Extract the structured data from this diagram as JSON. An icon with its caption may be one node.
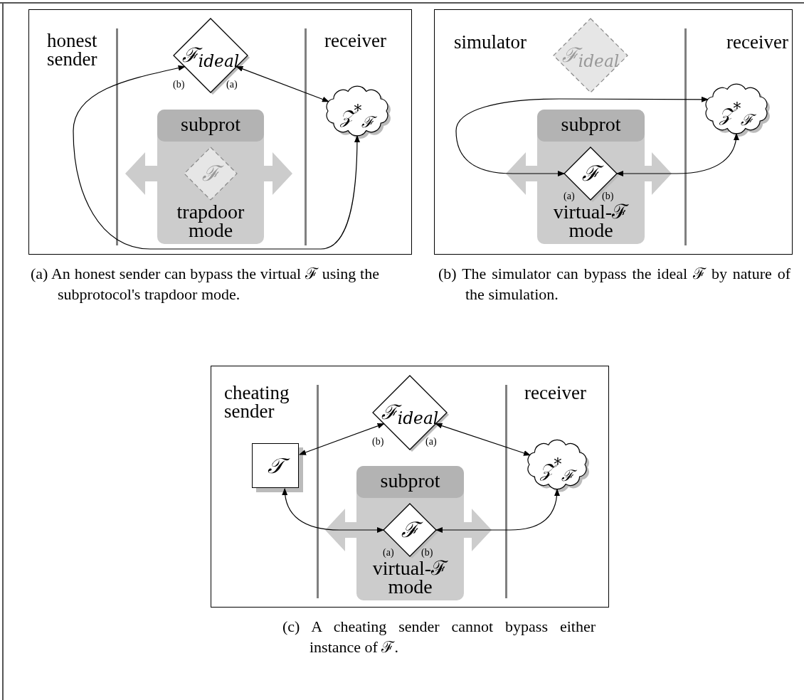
{
  "diagram": {
    "nodes": [
      {
        "text": [
          "(a) An honest sender can bypass the virtual ℱ using the subprotocol's trapdoor mode."
        ]
      },
      {
        "text": [
          "ℱ$_{ideal}$"
        ],
        "in": 0,
        "beside": [
          "(b)",
          "(a)"
        ]
      },
      {
        "text": [
          "𝒵$^{*}$$_{ℱ}$"
        ],
        "in": 0
      },
      {
        "text": [
          "subprot",
          "trapdoor mode"
        ],
        "in": 0
      },
      {
        "text": [
          "ℱ"
        ],
        "in": 3
      },
      {
        "text": [
          "(b) The simulator can bypass the ideal ℱ by nature of the simulation."
        ]
      },
      {
        "text": [
          "ℱ$_{ideal}$"
        ],
        "in": 5
      },
      {
        "text": [
          "𝒵$^{*}$$_{ℱ}$"
        ],
        "in": 5
      },
      {
        "text": [
          "subprot",
          "virtual-ℱ mode"
        ],
        "in": 5
      },
      {
        "text": [
          "ℱ"
        ],
        "in": 8,
        "beside": [
          "(a)",
          "(b)"
        ]
      },
      {
        "text": [
          "(c) A cheating sender cannot bypass either instance of ℱ."
        ]
      },
      {
        "text": [
          "ℱ$_{ideal}$"
        ],
        "in": 10,
        "beside": [
          "(b)",
          "(a)"
        ]
      },
      {
        "text": [
          "𝒯"
        ],
        "in": 10
      },
      {
        "text": [
          "𝒵$^{*}$$_{ℱ}$"
        ],
        "in": 10
      },
      {
        "text": [
          "subprot",
          "virtual-ℱ mode"
        ],
        "in": 10
      },
      {
        "text": [
          "ℱ"
        ],
        "in": 14,
        "beside": [
          "(a)",
          "(b)"
        ]
      }
    ],
    "edges": [
      {
        "from": 1,
        "to": 2,
        "arrow": "both"
      },
      {
        "from": 1,
        "to": 2,
        "arrow": "both"
      },
      {
        "from": 9,
        "to": 7,
        "arrow": "both"
      },
      {
        "from": 9,
        "to": 7,
        "arrow": "both"
      },
      {
        "from": 12,
        "to": 11,
        "arrow": "both"
      },
      {
        "from": 11,
        "to": 13,
        "arrow": "both"
      },
      {
        "from": 12,
        "to": 15,
        "arrow": "both"
      },
      {
        "from": 15,
        "to": 13,
        "arrow": "both"
      }
    ],
    "labels": [
      "honest sender",
      "receiver",
      "simulator",
      "receiver",
      "cheating sender",
      "receiver"
    ]
  }
}
